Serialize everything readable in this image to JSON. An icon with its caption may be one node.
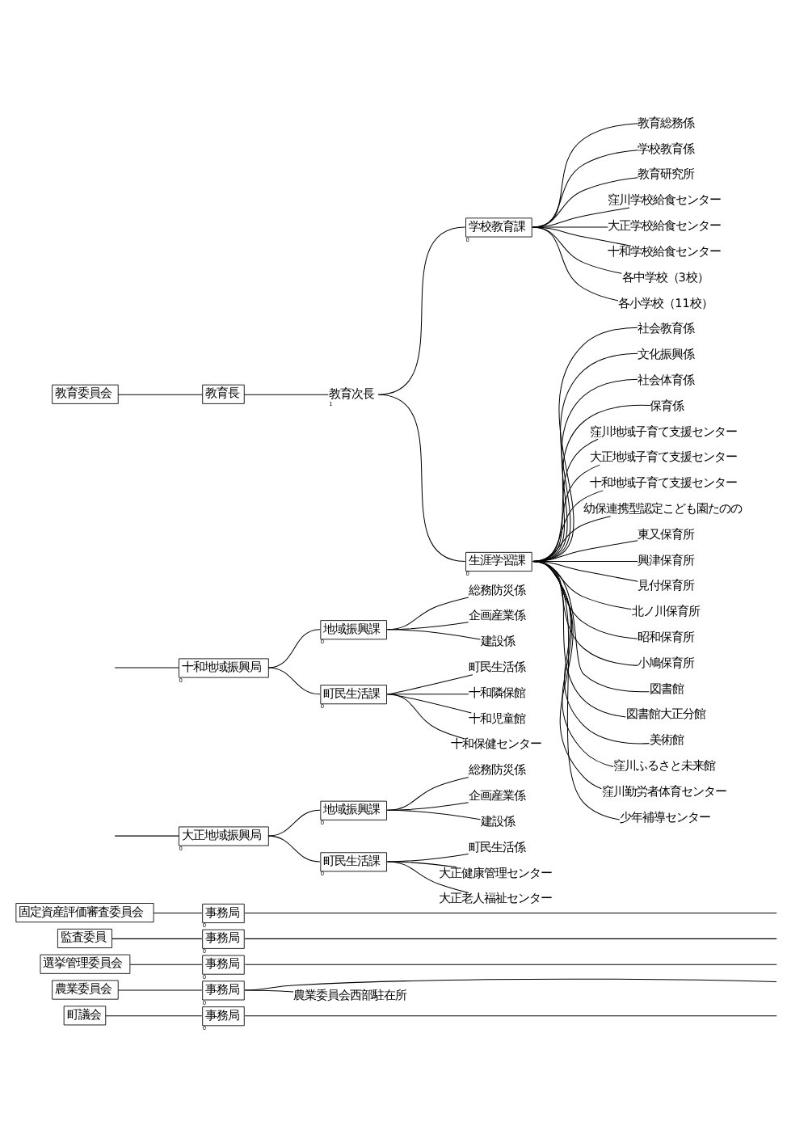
{
  "diagram": {
    "nodes": [
      {
        "text": [
          "大正地域振興局"
        ],
        "beside": [
          "0"
        ]
      },
      {
        "text": [
          "地域振興課"
        ],
        "beside": [
          "0"
        ]
      },
      {
        "text": [
          "総務防災係"
        ]
      },
      {
        "text": [
          "企画産業係"
        ]
      },
      {
        "text": [
          "建設係"
        ]
      },
      {
        "text": [
          "町民生活課"
        ],
        "beside": [
          "0"
        ]
      },
      {
        "text": [
          "町民生活係"
        ]
      },
      {
        "text": [
          "大正健康管理センター"
        ]
      },
      {
        "text": [
          "大正老人福祉センター"
        ]
      },
      {
        "text": [
          "十和地域振興局"
        ],
        "beside": [
          "0"
        ]
      },
      {
        "text": [
          "地域振興課"
        ],
        "beside": [
          "0"
        ]
      },
      {
        "text": [
          "総務防災係"
        ]
      },
      {
        "text": [
          "企画産業係"
        ]
      },
      {
        "text": [
          "建設係"
        ]
      },
      {
        "text": [
          "町民生活課"
        ],
        "beside": [
          "0"
        ]
      },
      {
        "text": [
          "町民生活係"
        ]
      },
      {
        "text": [
          "十和隣保館"
        ]
      },
      {
        "text": [
          "十和児童館"
        ]
      },
      {
        "text": [
          "十和保健センター"
        ]
      },
      {
        "text": [
          "町議会"
        ]
      },
      {
        "text": [
          "事務局"
        ],
        "beside": [
          "0"
        ]
      },
      {
        "text": [
          "農業委員会"
        ]
      },
      {
        "text": [
          "事務局"
        ],
        "beside": [
          "0"
        ]
      },
      {
        "text": [
          "農業委員会西部駐在所"
        ]
      },
      {
        "text": [
          "選挙管理委員会"
        ]
      },
      {
        "text": [
          "事務局"
        ],
        "beside": [
          "0"
        ]
      },
      {
        "text": [
          "監査委員"
        ]
      },
      {
        "text": [
          "事務局"
        ],
        "beside": [
          "0"
        ]
      },
      {
        "text": [
          "固定資産評価審査委員会"
        ]
      },
      {
        "text": [
          "事務局"
        ],
        "beside": [
          "0"
        ]
      },
      {
        "text": [
          "教育委員会"
        ]
      },
      {
        "text": [
          "教育長"
        ]
      },
      {
        "text": [
          "教育次長"
        ],
        "beside": [
          "1"
        ]
      },
      {
        "text": [
          "学校教育課"
        ],
        "beside": [
          "0"
        ]
      },
      {
        "text": [
          "教育総務係"
        ]
      },
      {
        "text": [
          "学校教育係"
        ]
      },
      {
        "text": [
          "教育研究所"
        ]
      },
      {
        "text": [
          "窪川学校給食センター"
        ]
      },
      {
        "text": [
          "大正学校給食センター"
        ]
      },
      {
        "text": [
          "十和学校給食センター"
        ]
      },
      {
        "text": [
          "各中学校（3校）"
        ]
      },
      {
        "text": [
          "各小学校（11校）"
        ]
      },
      {
        "text": [
          "生涯学習課"
        ],
        "beside": [
          "0"
        ]
      },
      {
        "text": [
          "社会教育係"
        ]
      },
      {
        "text": [
          "文化振興係"
        ]
      },
      {
        "text": [
          "社会体育係"
        ]
      },
      {
        "text": [
          "保育係"
        ]
      },
      {
        "text": [
          "窪川地域子育て支援センター"
        ]
      },
      {
        "text": [
          "大正地域子育て支援センター"
        ]
      },
      {
        "text": [
          "十和地域子育て支援センター"
        ]
      },
      {
        "text": [
          "幼保連携型認定こども園たのの"
        ]
      },
      {
        "text": [
          "東又保育所"
        ]
      },
      {
        "text": [
          "興津保育所"
        ]
      },
      {
        "text": [
          "見付保育所"
        ]
      },
      {
        "text": [
          "北ノ川保育所"
        ]
      },
      {
        "text": [
          "昭和保育所"
        ]
      },
      {
        "text": [
          "小鳩保育所"
        ]
      },
      {
        "text": [
          "図書館"
        ]
      },
      {
        "text": [
          "図書館大正分館"
        ]
      },
      {
        "text": [
          "美術館"
        ]
      },
      {
        "text": [
          "窪川ふるさと未来館"
        ]
      },
      {
        "text": [
          "窪川勤労者体育センター"
        ]
      },
      {
        "text": [
          "少年補導センター"
        ]
      }
    ],
    "edges": [
      {
        "from": null,
        "to": 0,
        "arrow": "none"
      },
      {
        "from": null,
        "to": 9,
        "arrow": "none"
      },
      {
        "from": 0,
        "to": 1,
        "arrow": "none"
      },
      {
        "from": 0,
        "to": 5,
        "arrow": "none"
      },
      {
        "from": 1,
        "to": 2,
        "arrow": "none"
      },
      {
        "from": 1,
        "to": 3,
        "arrow": "none"
      },
      {
        "from": 1,
        "to": 4,
        "arrow": "none"
      },
      {
        "from": 5,
        "to": 6,
        "arrow": "none"
      },
      {
        "from": 5,
        "to": 7,
        "arrow": "none"
      },
      {
        "from": 5,
        "to": 8,
        "arrow": "none"
      },
      {
        "from": 9,
        "to": 10,
        "arrow": "none"
      },
      {
        "from": 9,
        "to": 14,
        "arrow": "none"
      },
      {
        "from": 10,
        "to": 11,
        "arrow": "none"
      },
      {
        "from": 10,
        "to": 12,
        "arrow": "none"
      },
      {
        "from": 10,
        "to": 13,
        "arrow": "none"
      },
      {
        "from": 14,
        "to": 15,
        "arrow": "none"
      },
      {
        "from": 14,
        "to": 16,
        "arrow": "none"
      },
      {
        "from": 14,
        "to": 17,
        "arrow": "none"
      },
      {
        "from": 14,
        "to": 18,
        "arrow": "none"
      },
      {
        "from": 19,
        "to": 20,
        "arrow": "none"
      },
      {
        "from": 20,
        "to": null,
        "arrow": "none"
      },
      {
        "from": 21,
        "to": 22,
        "arrow": "none"
      },
      {
        "from": 22,
        "to": null,
        "arrow": "none"
      },
      {
        "from": 22,
        "to": 23,
        "arrow": "none"
      },
      {
        "from": 24,
        "to": 25,
        "arrow": "none"
      },
      {
        "from": 25,
        "to": null,
        "arrow": "none"
      },
      {
        "from": 26,
        "to": 27,
        "arrow": "none"
      },
      {
        "from": 27,
        "to": null,
        "arrow": "none"
      },
      {
        "from": 28,
        "to": 29,
        "arrow": "none"
      },
      {
        "from": 29,
        "to": null,
        "arrow": "none"
      },
      {
        "from": 30,
        "to": 31,
        "arrow": "none"
      },
      {
        "from": 31,
        "to": 32,
        "arrow": "none"
      },
      {
        "from": 32,
        "to": 33,
        "arrow": "none"
      },
      {
        "from": 32,
        "to": 42,
        "arrow": "none"
      },
      {
        "from": 33,
        "to": 34,
        "arrow": "none"
      },
      {
        "from": 33,
        "to": 35,
        "arrow": "none"
      },
      {
        "from": 33,
        "to": 36,
        "arrow": "none"
      },
      {
        "from": 33,
        "to": 37,
        "arrow": "none"
      },
      {
        "from": 33,
        "to": 38,
        "arrow": "none"
      },
      {
        "from": 33,
        "to": 39,
        "arrow": "none"
      },
      {
        "from": 33,
        "to": 40,
        "arrow": "none"
      },
      {
        "from": 33,
        "to": 41,
        "arrow": "none"
      },
      {
        "from": 42,
        "to": 43,
        "arrow": "none"
      },
      {
        "from": 42,
        "to": 44,
        "arrow": "none"
      },
      {
        "from": 42,
        "to": 45,
        "arrow": "none"
      },
      {
        "from": 42,
        "to": 46,
        "arrow": "none"
      },
      {
        "from": 42,
        "to": 47,
        "arrow": "none"
      },
      {
        "from": 42,
        "to": 48,
        "arrow": "none"
      },
      {
        "from": 42,
        "to": 49,
        "arrow": "none"
      },
      {
        "from": 42,
        "to": 50,
        "arrow": "none"
      },
      {
        "from": 42,
        "to": 51,
        "arrow": "none"
      },
      {
        "from": 42,
        "to": 52,
        "arrow": "none"
      },
      {
        "from": 42,
        "to": 53,
        "arrow": "none"
      },
      {
        "from": 42,
        "to": 54,
        "arrow": "none"
      },
      {
        "from": 42,
        "to": 55,
        "arrow": "none"
      },
      {
        "from": 42,
        "to": 56,
        "arrow": "none"
      },
      {
        "from": 42,
        "to": 57,
        "arrow": "none"
      },
      {
        "from": 42,
        "to": 58,
        "arrow": "none"
      },
      {
        "from": 42,
        "to": 59,
        "arrow": "none"
      },
      {
        "from": 42,
        "to": 60,
        "arrow": "none"
      },
      {
        "from": 42,
        "to": 61,
        "arrow": "none"
      },
      {
        "from": 42,
        "to": 62,
        "arrow": "none"
      }
    ]
  }
}
